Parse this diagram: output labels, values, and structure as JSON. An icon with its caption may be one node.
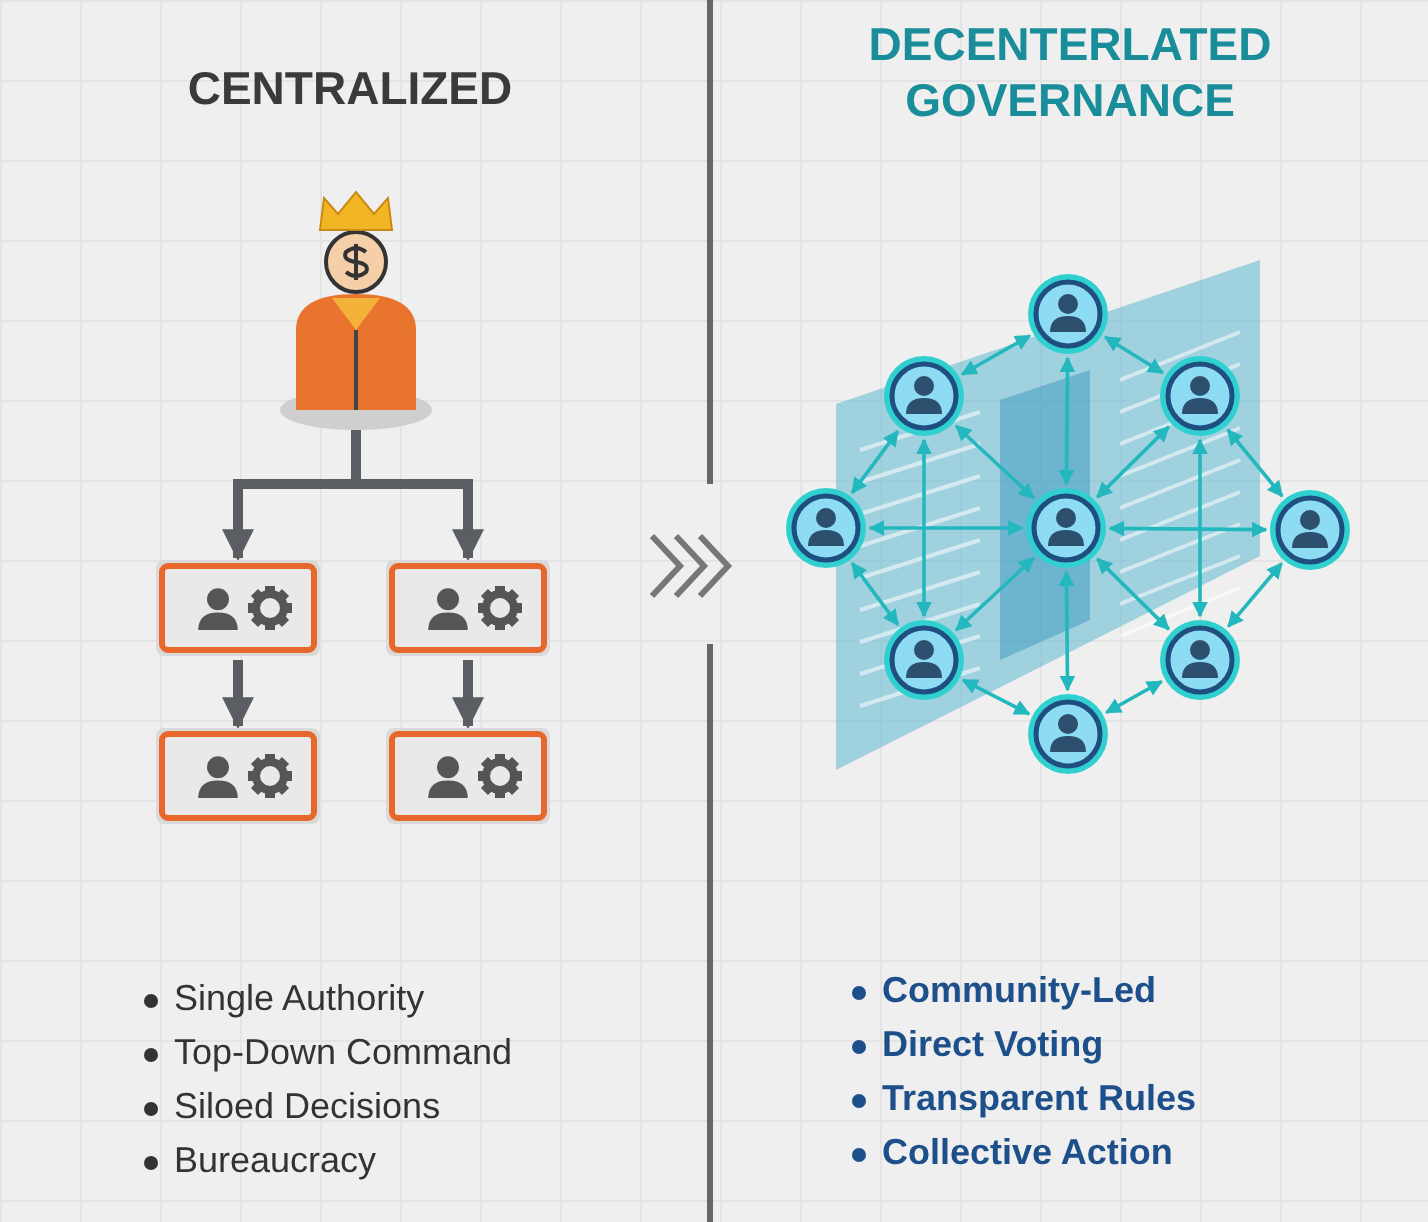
{
  "diagram": {
    "nodes": [
      {
        "text": [],
        "shape": "person"
      },
      {
        "text": [],
        "shape": "box"
      },
      {
        "text": [],
        "shape": "box"
      },
      {
        "text": [],
        "shape": "box"
      },
      {
        "text": [],
        "shape": "box"
      },
      {
        "text": [],
        "shape": "circle"
      },
      {
        "text": [],
        "shape": "circle"
      },
      {
        "text": [],
        "shape": "circle"
      },
      {
        "text": [],
        "shape": "circle"
      },
      {
        "text": [],
        "shape": "circle"
      },
      {
        "text": [],
        "shape": "circle"
      },
      {
        "text": [],
        "shape": "circle"
      },
      {
        "text": [],
        "shape": "circle"
      },
      {
        "text": [],
        "shape": "circle"
      }
    ],
    "edges": [
      {
        "from": 0,
        "to": 1,
        "arrow": "to",
        "style": "thick",
        "color": "#5a5e62"
      },
      {
        "from": 0,
        "to": 2,
        "arrow": "to",
        "style": "thick",
        "color": "#5a5e62"
      },
      {
        "from": 1,
        "to": 3,
        "arrow": "to",
        "style": "thick",
        "color": "#5a5e62"
      },
      {
        "from": 2,
        "to": 4,
        "arrow": "to",
        "style": "thick",
        "color": "#5a5e62"
      },
      {
        "from": 9,
        "to": 5,
        "arrow": "both"
      },
      {
        "from": 9,
        "to": 6,
        "arrow": "both"
      },
      {
        "from": 9,
        "to": 7,
        "arrow": "both"
      },
      {
        "from": 9,
        "to": 8,
        "arrow": "both"
      },
      {
        "from": 9,
        "to": 10,
        "arrow": "both"
      },
      {
        "from": 9,
        "to": 11,
        "arrow": "both"
      },
      {
        "from": 9,
        "to": 12,
        "arrow": "both"
      },
      {
        "from": 9,
        "to": 13,
        "arrow": "both"
      },
      {
        "from": 5,
        "to": 6,
        "arrow": "both"
      },
      {
        "from": 5,
        "to": 7,
        "arrow": "both"
      },
      {
        "from": 7,
        "to": 10,
        "arrow": "both"
      },
      {
        "from": 10,
        "to": 12,
        "arrow": "both"
      },
      {
        "from": 12,
        "to": 13,
        "arrow": "both"
      },
      {
        "from": 13,
        "to": 11,
        "arrow": "both"
      },
      {
        "from": 11,
        "to": 8,
        "arrow": "both"
      },
      {
        "from": 8,
        "to": 6,
        "arrow": "both"
      },
      {
        "from": 6,
        "to": 11,
        "arrow": "both"
      },
      {
        "from": 7,
        "to": 12,
        "arrow": "both"
      }
    ],
    "labels": [
      "CENTRALIZED",
      "DECENTERLATED GOVERNANCE",
      "Single Authority",
      "Top-Down Command",
      "Siloed Decisions",
      "Bureaucracy",
      "Community-Led",
      "Direct Voting",
      "Transparent Rules",
      "Collective Action"
    ]
  }
}
